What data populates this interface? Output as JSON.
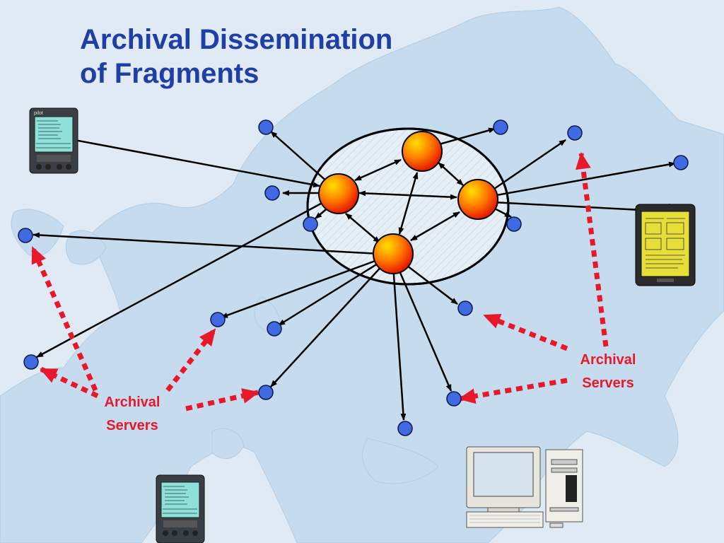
{
  "slide": {
    "title_line1": "Archival Dissemination",
    "title_line2": "of Fragments"
  },
  "labels": {
    "left": {
      "line1": "Archival",
      "line2": "Servers"
    },
    "right": {
      "line1": "Archival",
      "line2": "Servers"
    }
  },
  "devices": {
    "pda_brand": "pilot"
  },
  "colors": {
    "title": "#1f3fa6",
    "label": "#e8182b",
    "server_node": "#4169e1",
    "core_node_light": "#ffd000",
    "core_node_dark": "#ee1c00",
    "arrow": "#000000",
    "dashed_arrow": "#e8182b",
    "map_land": "#c3d9ec",
    "background": "#dfeaf4"
  }
}
